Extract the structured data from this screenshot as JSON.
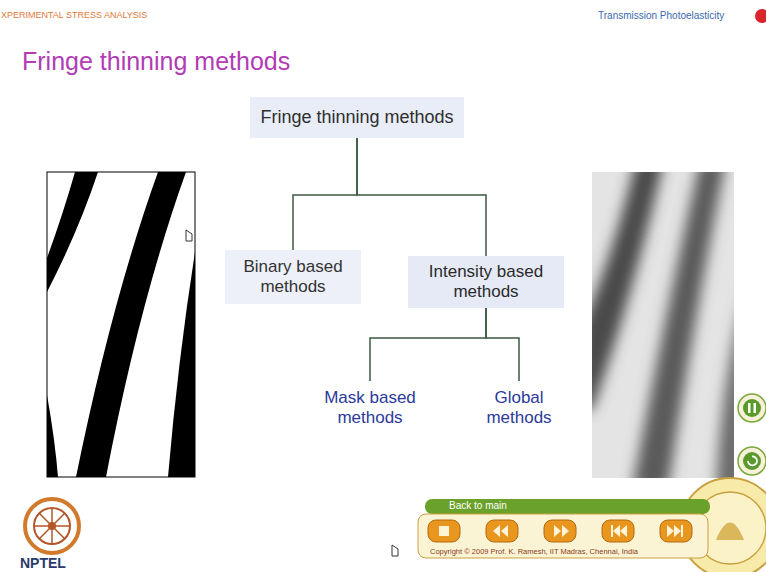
{
  "diagram": {
    "title": "Fringe thinning methods",
    "nodes": [
      {
        "text": [
          "Fringe thinning methods"
        ]
      },
      {
        "text": [
          "Binary based methods"
        ]
      },
      {
        "text": [
          "Intensity based methods"
        ]
      },
      {
        "text": [
          "Mask based methods"
        ]
      },
      {
        "text": [
          "Global methods"
        ]
      }
    ],
    "edges": [
      {
        "from": 0,
        "to": 1,
        "arrow": "none"
      },
      {
        "from": 0,
        "to": 2,
        "arrow": "none"
      },
      {
        "from": 2,
        "to": 3,
        "arrow": "none"
      },
      {
        "from": 2,
        "to": 4,
        "arrow": "none"
      }
    ],
    "labels": [
      "XPERIMENTAL STRESS ANALYSIS",
      "Transmission Photoelasticity",
      "Back to main",
      "Copyright © 2009 Prof. K. Ramesh, IIT Madras, Chennai, India",
      "NPTEL"
    ]
  }
}
